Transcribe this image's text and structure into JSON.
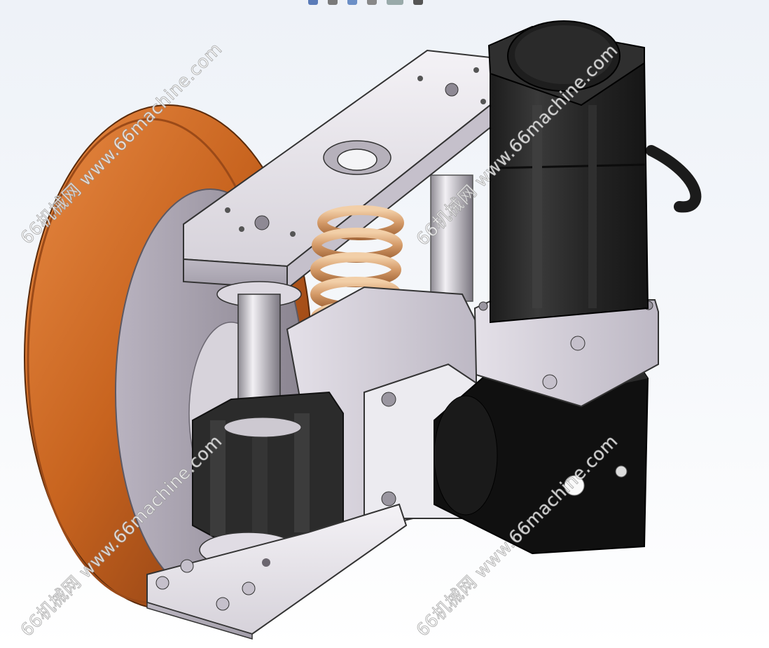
{
  "watermarks": [
    "66机械网 www.66machine.com",
    "66机械网 www.66machine.com",
    "66机械网 www.66machine.com",
    "66机械网 www.66machine.com"
  ],
  "toolbar_icons": [
    "view-orientation-icon",
    "display-style-icon",
    "section-view-icon",
    "hide-show-icon",
    "scene-icon",
    "more-icon"
  ],
  "colors": {
    "background_top": "#eef2f8",
    "wheel_tread": "#c8641f",
    "metal": "#d8d4dc",
    "motor_body": "#2a2a2a",
    "spring": "#d8a878"
  }
}
